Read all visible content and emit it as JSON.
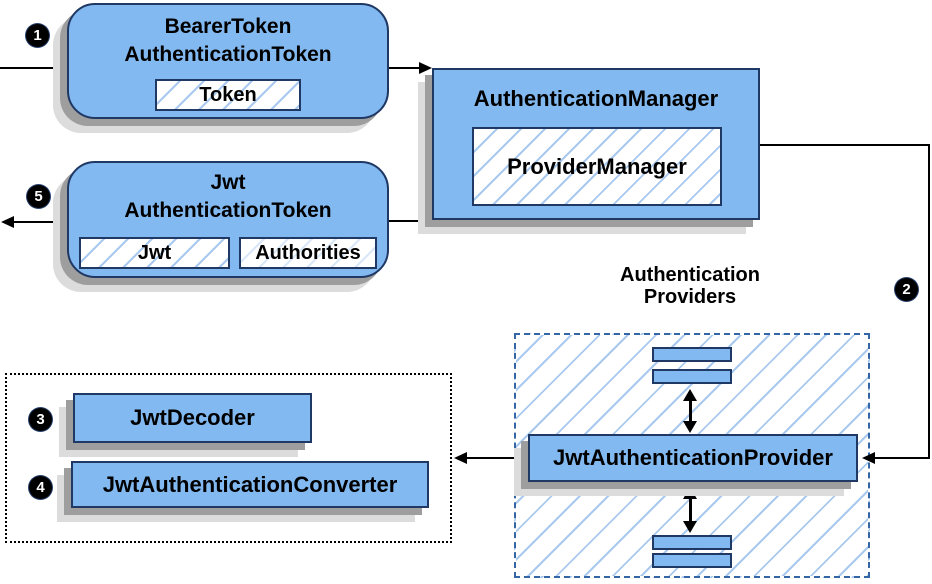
{
  "colors": {
    "node_fill": "#82b9f0",
    "node_border": "#1f3864",
    "hatch_line": "#a9c9ef",
    "hatch_faint": "#d9e7f8",
    "container_border": "#3465a4",
    "shadow_dark": "#9e9e9e",
    "shadow_light": "#dcdcdc",
    "badge_bg": "#000000",
    "badge_text": "#ffffff",
    "arrow_color": "#000000"
  },
  "nodes": {
    "bearer_token": {
      "title_line1": "BearerToken",
      "title_line2": "AuthenticationToken",
      "chip": "Token"
    },
    "authentication_manager": {
      "title": "AuthenticationManager",
      "chip": "ProviderManager"
    },
    "jwt_authentication_token": {
      "title_line1": "Jwt",
      "title_line2": "AuthenticationToken",
      "chip_jwt": "Jwt",
      "chip_authorities": "Authorities"
    },
    "jwt_authentication_provider": {
      "title": "JwtAuthenticationProvider"
    },
    "jwt_decoder": {
      "title": "JwtDecoder"
    },
    "jwt_authentication_converter": {
      "title": "JwtAuthenticationConverter"
    },
    "authentication_providers_group": {
      "label_line1": "Authentication",
      "label_line2": "Providers"
    }
  },
  "badges": [
    {
      "number": "1"
    },
    {
      "number": "2"
    },
    {
      "number": "3"
    },
    {
      "number": "4"
    },
    {
      "number": "5"
    }
  ]
}
